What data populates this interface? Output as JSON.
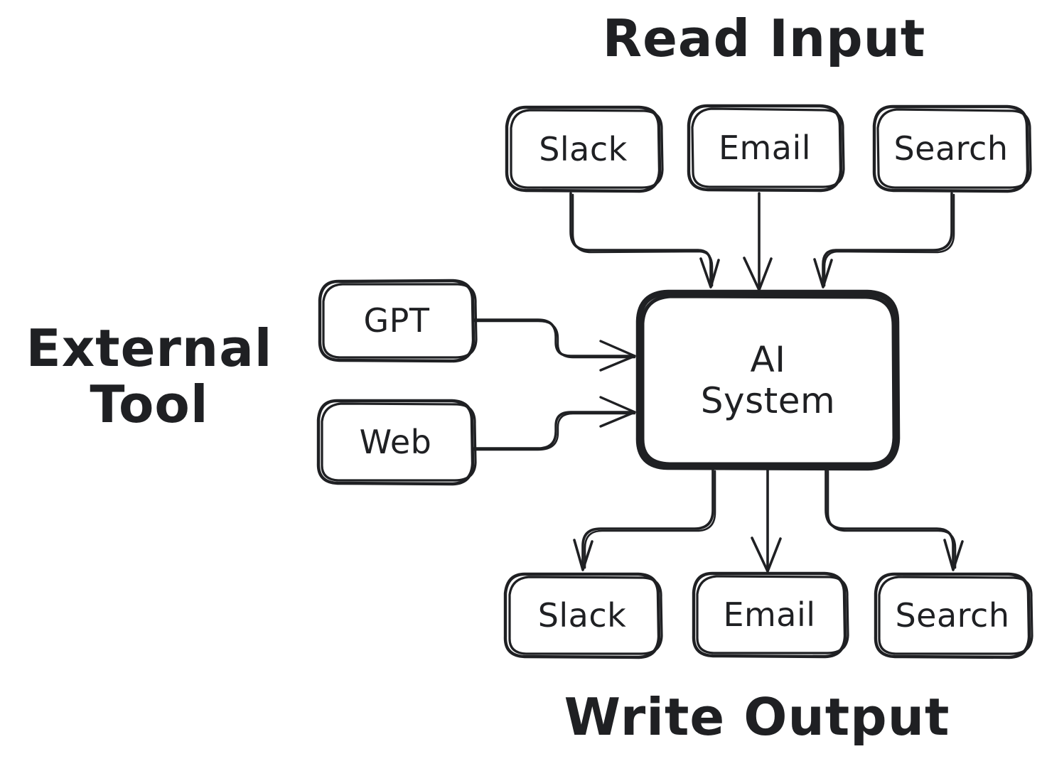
{
  "diagram": {
    "type": "flowchart",
    "background_color": "#ffffff",
    "stroke_color": "#1f2023",
    "style": "hand-drawn-sketch",
    "title_top": "Read Input",
    "title_bottom": "Write Output",
    "title_left": "External\nTool",
    "center_node": {
      "id": "ai-system",
      "label": "AI\nSystem",
      "emphasis": "thick-border"
    },
    "input_nodes": [
      {
        "id": "input-slack",
        "label": "Slack"
      },
      {
        "id": "input-email",
        "label": "Email"
      },
      {
        "id": "input-search",
        "label": "Search"
      }
    ],
    "tool_nodes": [
      {
        "id": "tool-gpt",
        "label": "GPT"
      },
      {
        "id": "tool-web",
        "label": "Web"
      }
    ],
    "output_nodes": [
      {
        "id": "output-slack",
        "label": "Slack"
      },
      {
        "id": "output-email",
        "label": "Email"
      },
      {
        "id": "output-search",
        "label": "Search"
      }
    ],
    "edges": [
      {
        "from": "input-slack",
        "to": "ai-system",
        "direction": "down"
      },
      {
        "from": "input-email",
        "to": "ai-system",
        "direction": "down"
      },
      {
        "from": "input-search",
        "to": "ai-system",
        "direction": "down"
      },
      {
        "from": "tool-gpt",
        "to": "ai-system",
        "direction": "right"
      },
      {
        "from": "tool-web",
        "to": "ai-system",
        "direction": "right"
      },
      {
        "from": "ai-system",
        "to": "output-slack",
        "direction": "down"
      },
      {
        "from": "ai-system",
        "to": "output-email",
        "direction": "down"
      },
      {
        "from": "ai-system",
        "to": "output-search",
        "direction": "down"
      }
    ]
  }
}
